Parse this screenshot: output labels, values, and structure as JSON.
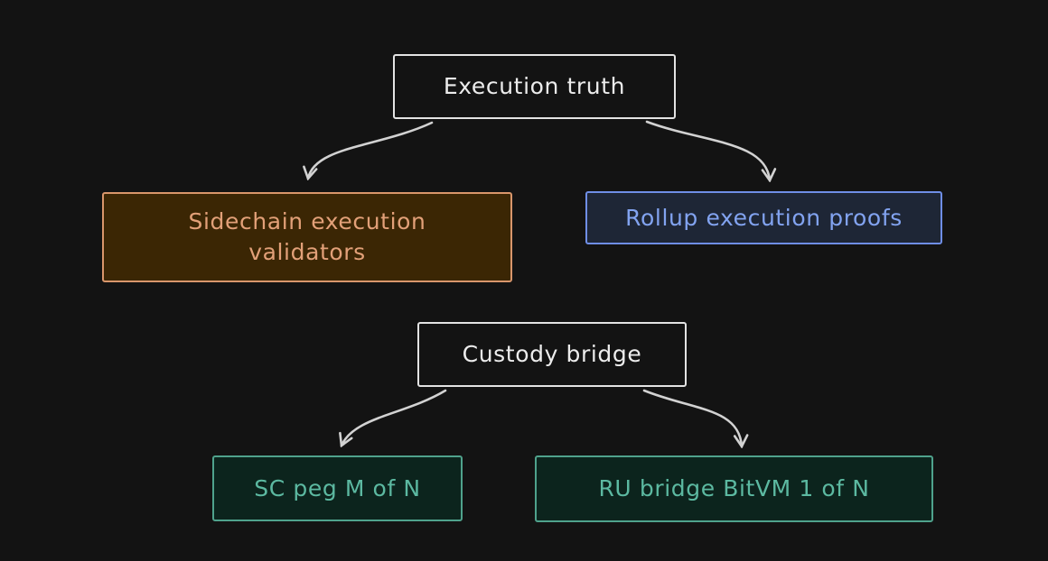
{
  "diagram": {
    "background_color": "#131313",
    "arrow_color": "#d2d2d2",
    "nodes": [
      {
        "id": "execution-truth",
        "label": "Execution truth",
        "border_color": "#e3e3e3",
        "fill_color": "transparent",
        "text_color": "#ececec"
      },
      {
        "id": "sidechain-execution-validators",
        "label": "Sidechain execution validators",
        "border_color": "#d9966b",
        "fill_color": "#3b2604",
        "text_color": "#e2a078"
      },
      {
        "id": "rollup-execution-proofs",
        "label": "Rollup execution proofs",
        "border_color": "#6f8ee6",
        "fill_color": "#1e2636",
        "text_color": "#82a3f0"
      },
      {
        "id": "custody-bridge",
        "label": "Custody bridge",
        "border_color": "#e3e3e3",
        "fill_color": "transparent",
        "text_color": "#ececec"
      },
      {
        "id": "sc-peg-m-of-n",
        "label": "SC peg M of N",
        "border_color": "#4fa28c",
        "fill_color": "#0c241d",
        "text_color": "#5cb9a1"
      },
      {
        "id": "ru-bridge-bitvm-1-of-n",
        "label": "RU bridge BitVM 1 of N",
        "border_color": "#4fa28c",
        "fill_color": "#0c241d",
        "text_color": "#5cb9a1"
      }
    ],
    "edges": [
      {
        "from": "execution-truth",
        "to": "sidechain-execution-validators"
      },
      {
        "from": "execution-truth",
        "to": "rollup-execution-proofs"
      },
      {
        "from": "custody-bridge",
        "to": "sc-peg-m-of-n"
      },
      {
        "from": "custody-bridge",
        "to": "ru-bridge-bitvm-1-of-n"
      }
    ]
  }
}
